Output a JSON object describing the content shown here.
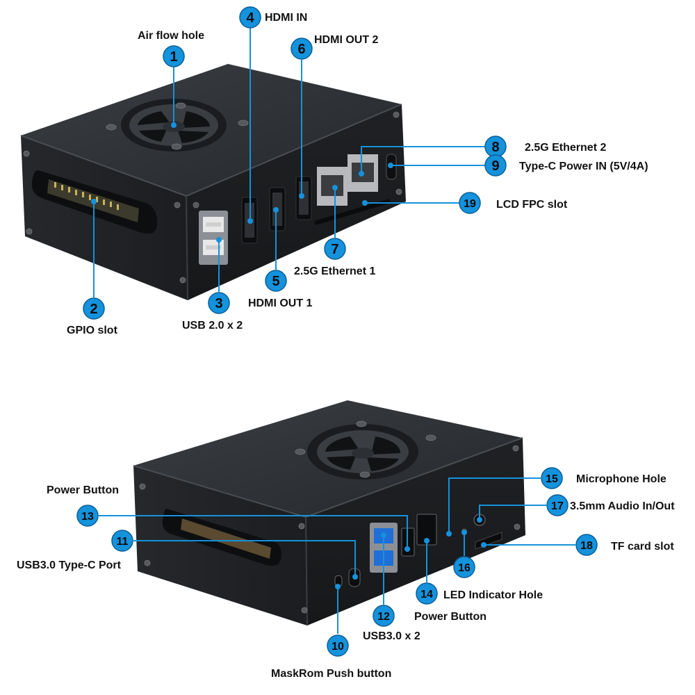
{
  "diagram": {
    "colors": {
      "badge": "#1592dc",
      "leader": "#1592dc",
      "case_top": "#2c2f33",
      "case_front": "#1c1e21",
      "case_side": "#232528",
      "text": "#111111"
    },
    "callouts": [
      {
        "num": "1",
        "label": "Air flow hole"
      },
      {
        "num": "2",
        "label": "GPIO slot"
      },
      {
        "num": "3",
        "label": "USB 2.0 x 2"
      },
      {
        "num": "4",
        "label": "HDMI IN"
      },
      {
        "num": "5",
        "label": "HDMI OUT 1"
      },
      {
        "num": "6",
        "label": "HDMI OUT 2"
      },
      {
        "num": "7",
        "label": "2.5G Ethernet 1"
      },
      {
        "num": "8",
        "label": "2.5G Ethernet 2"
      },
      {
        "num": "9",
        "label": "Type-C Power IN (5V/4A)"
      },
      {
        "num": "10",
        "label": "MaskRom Push button"
      },
      {
        "num": "11",
        "label": "USB3.0 Type-C Port"
      },
      {
        "num": "12",
        "label": "USB3.0 x 2"
      },
      {
        "num": "13",
        "label": "Power Button"
      },
      {
        "num": "14",
        "label": "LED Indicator Hole"
      },
      {
        "num": "15",
        "label": "Microphone Hole"
      },
      {
        "num": "16",
        "label": "Power Button"
      },
      {
        "num": "17",
        "label": "3.5mm Audio In/Out"
      },
      {
        "num": "18",
        "label": "TF card slot"
      },
      {
        "num": "19",
        "label": "LCD FPC slot"
      }
    ]
  }
}
